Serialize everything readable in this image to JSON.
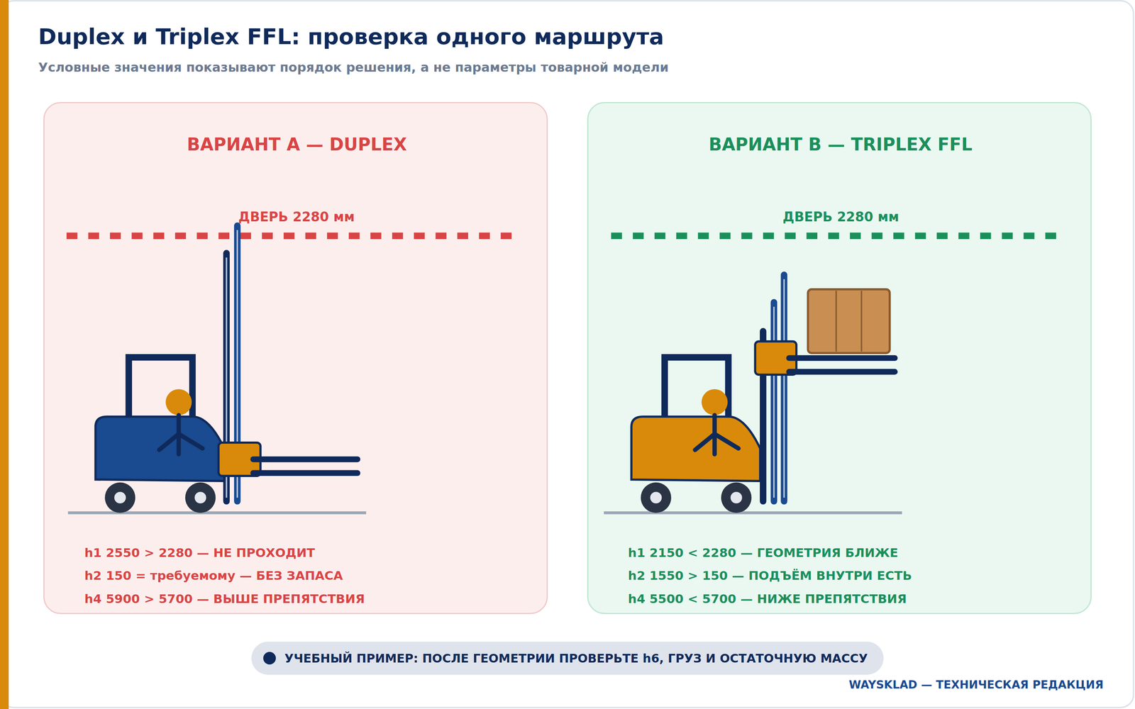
{
  "diagram": {
    "title": "Duplex и Triplex FFL: проверка одного маршрута",
    "nodes": [
      {
        "text": [
          "ВАРИАНТ A — DUPLEX",
          "ДВЕРЬ 2280 мм",
          "h1 2550 > 2280 — НЕ ПРОХОДИТ",
          "h2 150 = требуемому — БЕЗ ЗАПАСА",
          "h4 5900 > 5700 — ВЫШЕ ПРЕПЯТСТВИЯ"
        ]
      },
      {
        "text": [
          "ВАРИАНТ B — TRIPLEX FFL",
          "ДВЕРЬ 2280 мм",
          "h1 2150 < 2280 — ГЕОМЕТРИЯ БЛИЖЕ",
          "h2 1550 > 150 — ПОДЪЁМ ВНУТРИ ЕСТЬ",
          "h4 5500 < 5700 — НИЖЕ ПРЕПЯТСТВИЯ"
        ]
      },
      {
        "text": [
          "УЧЕБНЫЙ ПРИМЕР: ПОСЛЕ ГЕОМЕТРИИ ПРОВЕРЬТЕ h6, ГРУЗ И ОСТАТОЧНУЮ МАССУ"
        ]
      }
    ],
    "labels": [
      "Условные значения показывают порядок решения, а не параметры товарной модели",
      "WAYSKLAD — ТЕХНИЧЕСКАЯ РЕДАКЦИЯ"
    ]
  }
}
